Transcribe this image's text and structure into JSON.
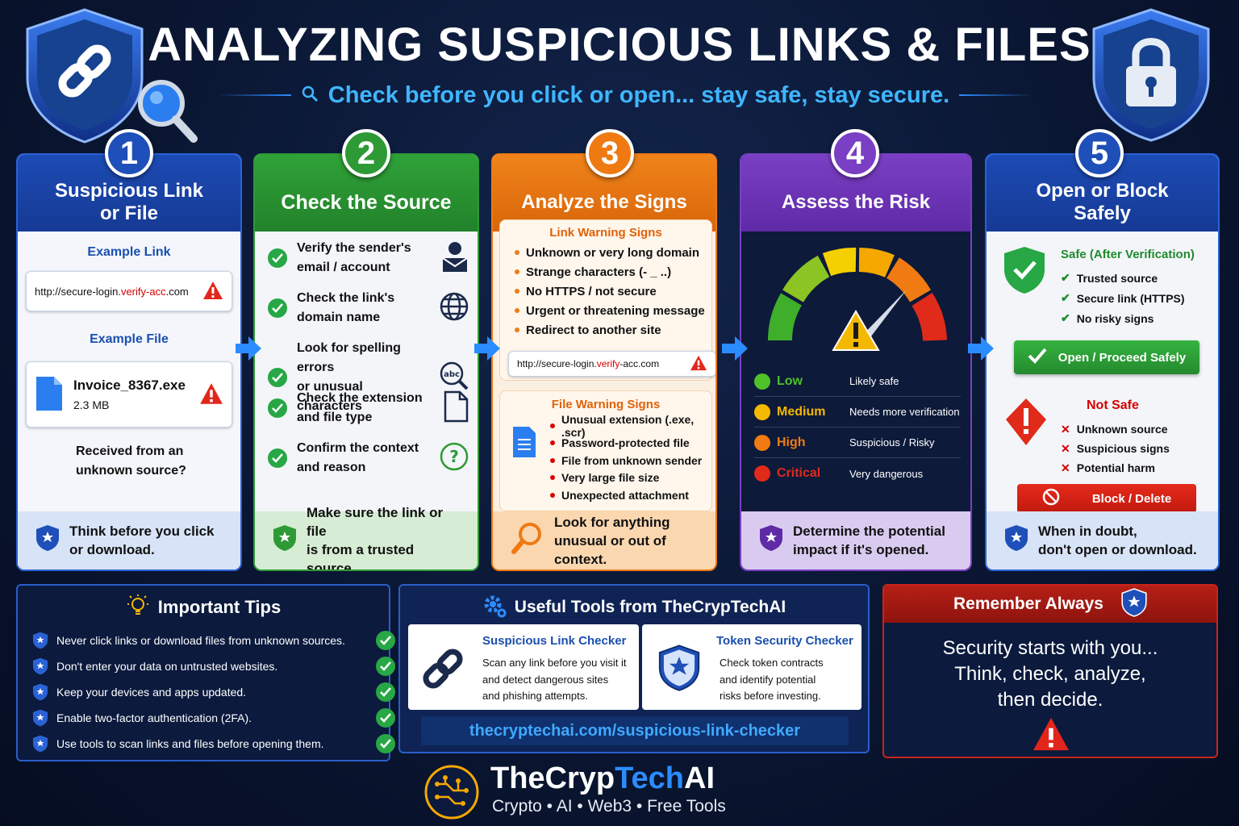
{
  "header": {
    "title": "ANALYZING SUSPICIOUS LINKS & FILES",
    "subtitle": "Check before you click or open... stay safe, stay secure."
  },
  "steps": [
    {
      "number": "1",
      "title_line1": "Suspicious Link",
      "title_line2": "or File",
      "color": "#1f4fb8",
      "example_link_label": "Example Link",
      "link_prefix": "http://secure-login.",
      "link_red": "verify-acc",
      "link_suffix": ".com",
      "example_file_label": "Example File",
      "file_name": "Invoice_8367.exe",
      "file_size": "2.3 MB",
      "received_line1": "Received from an",
      "received_line2": "unknown source?",
      "footer_line1": "Think before you click",
      "footer_line2": "or download."
    },
    {
      "number": "2",
      "title": "Check the Source",
      "color": "#2e9a35",
      "items": [
        {
          "line1": "Verify the sender's",
          "line2": "email / account",
          "icon": "user-mail-icon"
        },
        {
          "line1": "Check the link's",
          "line2": "domain name",
          "icon": "globe-icon"
        },
        {
          "line1": "Look for spelling errors",
          "line2": "or unusual characters",
          "icon": "abc-search-icon"
        },
        {
          "line1": "Check the extension",
          "line2": "and file type",
          "icon": "file-icon"
        },
        {
          "line1": "Confirm the context",
          "line2": "and reason",
          "icon": "question-icon"
        }
      ],
      "footer_line1": "Make sure the link or file",
      "footer_line2": "is from a trusted source."
    },
    {
      "number": "3",
      "title": "Analyze the Signs",
      "color": "#ef7a12",
      "link_warning_title": "Link Warning Signs",
      "link_warnings": [
        "Unknown or very long domain",
        "Strange characters (- _ ..)",
        "No HTTPS / not secure",
        "Urgent or threatening message",
        "Redirect to another site"
      ],
      "link_prefix": "http://secure-login.",
      "link_red": "verify",
      "link_suffix": "-acc.com",
      "file_warning_title": "File Warning Signs",
      "file_warnings": [
        "Unusual extension (.exe, .scr)",
        "Password-protected file",
        "File from unknown sender",
        "Very large file size",
        "Unexpected attachment"
      ],
      "footer_line1": "Look for anything",
      "footer_line2": "unusual or out of context."
    },
    {
      "number": "4",
      "title": "Assess the Risk",
      "color": "#7a3fc4",
      "gauge_level": 0.8,
      "levels": [
        {
          "name": "Low",
          "desc": "Likely safe",
          "color": "#4fc02a"
        },
        {
          "name": "Medium",
          "desc": "Needs more verification",
          "color": "#f5b800"
        },
        {
          "name": "High",
          "desc": "Suspicious / Risky",
          "color": "#f07b12"
        },
        {
          "name": "Critical",
          "desc": "Very dangerous",
          "color": "#e02a1a"
        }
      ],
      "footer_line1": "Determine the potential",
      "footer_line2": "impact if it's opened."
    },
    {
      "number": "5",
      "title_line1": "Open or Block",
      "title_line2": "Safely",
      "color": "#1f4fb8",
      "safe_title": "Safe (After Verification)",
      "safe_items": [
        "Trusted source",
        "Secure link (HTTPS)",
        "No risky signs"
      ],
      "open_button": "Open / Proceed Safely",
      "unsafe_title": "Not Safe",
      "unsafe_items": [
        "Unknown source",
        "Suspicious signs",
        "Potential harm"
      ],
      "block_button": "Block / Delete",
      "footer_line1": "When in doubt,",
      "footer_line2": "don't open or download."
    }
  ],
  "tips": {
    "title": "Important Tips",
    "items": [
      "Never click links or download files from unknown sources.",
      "Don't enter your data on untrusted websites.",
      "Keep your devices and apps updated.",
      "Enable two-factor authentication (2FA).",
      "Use tools to scan links and files before opening them."
    ]
  },
  "tools": {
    "title": "Useful Tools from TheCrypTechAI",
    "items": [
      {
        "name": "Suspicious Link Checker",
        "line1": "Scan any link before you visit it",
        "line2": "and detect dangerous sites",
        "line3": "and phishing attempts."
      },
      {
        "name": "Token Security Checker",
        "line1": "Check token contracts",
        "line2": "and identify potential",
        "line3": "risks before investing."
      }
    ],
    "url": "thecryptechai.com/suspicious-link-checker"
  },
  "remember": {
    "title": "Remember Always",
    "line1": "Security starts with you...",
    "line2": "Think, check, analyze,",
    "line3": "then decide."
  },
  "brand": {
    "name_a": "TheCryp",
    "name_b": "Tech",
    "name_c": "AI",
    "tagline": "Crypto • AI • Web3 • Free Tools"
  }
}
